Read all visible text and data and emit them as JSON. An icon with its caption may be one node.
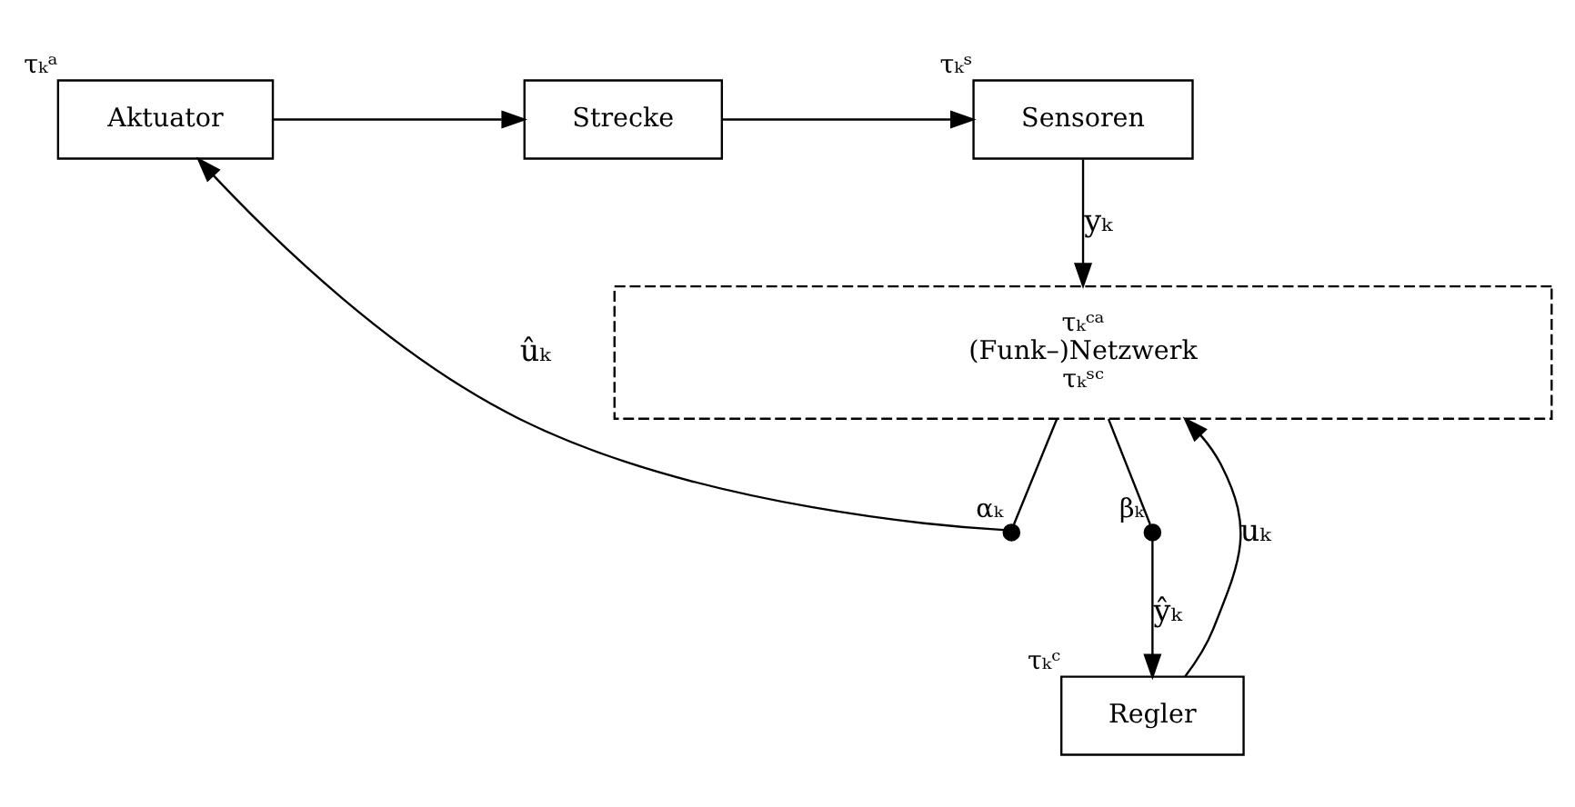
{
  "diagram": {
    "nodes": [
      {
        "text": [
          "Aktuator"
        ],
        "beside": [
          "τₖᵃ"
        ]
      },
      {
        "text": [
          "Strecke"
        ]
      },
      {
        "text": [
          "Sensoren"
        ],
        "beside": [
          "τₖˢ"
        ]
      },
      {
        "text": [
          "τₖᶜᵃ",
          "(Funk–)Netzwerk",
          "τₖˢᶜ"
        ]
      },
      {
        "text": [],
        "shape": "switch",
        "beside": [
          "βₖ"
        ]
      },
      {
        "text": [
          "Regler"
        ],
        "beside": [
          "τₖᶜ"
        ]
      },
      {
        "text": [],
        "shape": "switch",
        "beside": [
          "αₖ"
        ]
      }
    ],
    "edges": [
      {
        "from": 0,
        "to": 1,
        "arrow": "to"
      },
      {
        "from": 1,
        "to": 2,
        "arrow": "to"
      },
      {
        "from": 2,
        "to": 3,
        "arrow": "to",
        "label": "yₖ"
      },
      {
        "from": 3,
        "to": 4,
        "arrow": "none"
      },
      {
        "from": 4,
        "to": 5,
        "arrow": "to",
        "label": "ŷₖ"
      },
      {
        "from": 5,
        "to": 3,
        "arrow": "to",
        "label": "uₖ"
      },
      {
        "from": 3,
        "to": 6,
        "arrow": "none"
      },
      {
        "from": 6,
        "to": 0,
        "arrow": "to",
        "label": "ûₖ"
      }
    ]
  }
}
